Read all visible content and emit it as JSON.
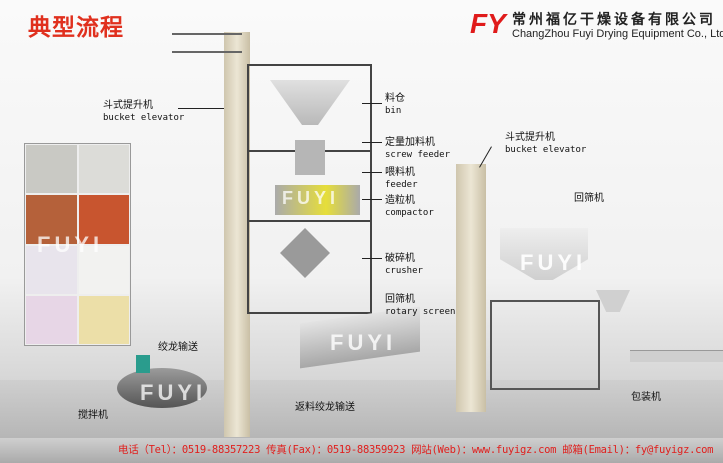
{
  "title": "典型流程",
  "logo": {
    "mark": "FY",
    "company_cn": "常州福亿干燥设备有限公司",
    "company_en": "ChangZhou Fuyi Drying Equipment Co., Ltd"
  },
  "watermark": "FUYI",
  "labels": {
    "bucket_elevator_left": {
      "cn": "斗式提升机",
      "en": "bucket elevator"
    },
    "bin": {
      "cn": "料仓",
      "en": "bin"
    },
    "screw_feeder": {
      "cn": "定量加料机",
      "en": "screw feeder"
    },
    "feeder": {
      "cn": "喂料机",
      "en": "feeder"
    },
    "compactor": {
      "cn": "造粒机",
      "en": "compactor"
    },
    "crusher": {
      "cn": "破碎机",
      "en": "crusher"
    },
    "rotary_screen": {
      "cn": "回筛机",
      "en": "rotary screen"
    },
    "bucket_elevator_right": {
      "cn": "斗式提升机",
      "en": "bucket elevator"
    },
    "rotary_screen_right": {
      "cn": "回筛机"
    },
    "screw_conveyor": {
      "cn": "绞龙输送"
    },
    "mixer": {
      "cn": "搅拌机"
    },
    "return_screw_conveyor": {
      "cn": "返料绞龙输送"
    },
    "packing": {
      "cn": "包装机"
    }
  },
  "footer": "电话（Tel）：0519-88357223  传真(Fax)：0519-88359923 网站(Web)：www.fuyigz.com  邮箱(Email)：fy@fuyigz.com"
}
